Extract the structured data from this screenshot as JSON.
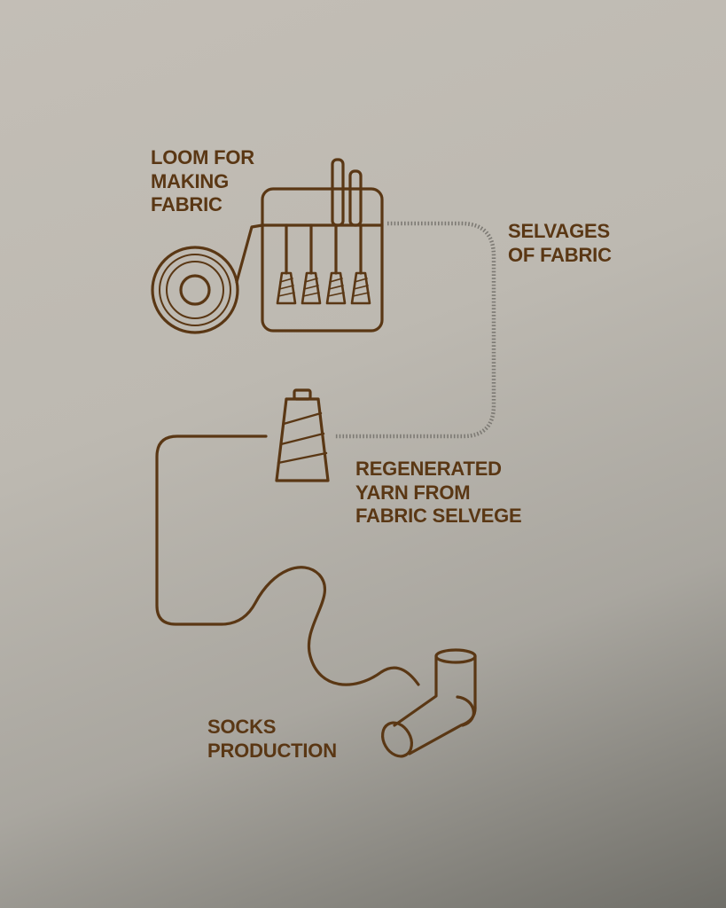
{
  "colors": {
    "ink": "#5a3714",
    "dashed": "#7d7a74"
  },
  "labels": {
    "loom": [
      "LOOM FOR",
      "MAKING",
      "FABRIC"
    ],
    "selvages": [
      "SELVAGES",
      "OF FABRIC"
    ],
    "yarn": [
      "REGENERATED",
      "YARN FROM",
      "FABRIC SELVEGE"
    ],
    "socks": [
      "SOCKS",
      "PRODUCTION"
    ]
  },
  "icons": [
    "loom-icon",
    "fabric-roll-icon",
    "yarn-cone-icon",
    "sock-icon"
  ]
}
